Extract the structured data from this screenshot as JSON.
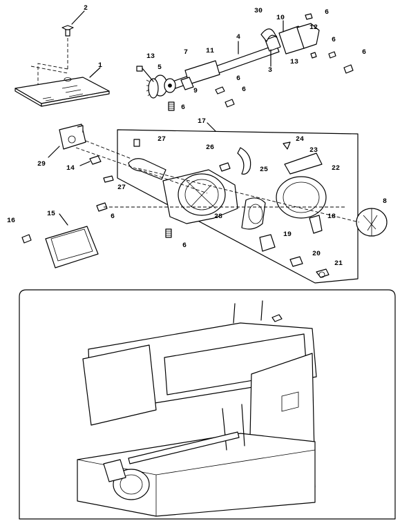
{
  "callouts": {
    "c1": "1",
    "c2": "2",
    "c3": "3",
    "c4": "4",
    "c5": "5",
    "c6a": "6",
    "c6b": "6",
    "c6c": "6",
    "c6d": "6",
    "c6e": "6",
    "c6f": "6",
    "c6g": "6",
    "c6h": "6",
    "c7": "7",
    "c8": "8",
    "c9": "9",
    "c10": "10",
    "c11": "11",
    "c12": "12",
    "c13a": "13",
    "c13b": "13",
    "c14": "14",
    "c15": "15",
    "c16": "16",
    "c17": "17",
    "c18": "18",
    "c19": "19",
    "c20": "20",
    "c21": "21",
    "c22": "22",
    "c23": "23",
    "c24": "24",
    "c25": "25",
    "c26": "26",
    "c27a": "27",
    "c27b": "27",
    "c28": "28",
    "c29": "29",
    "c30": "30"
  }
}
